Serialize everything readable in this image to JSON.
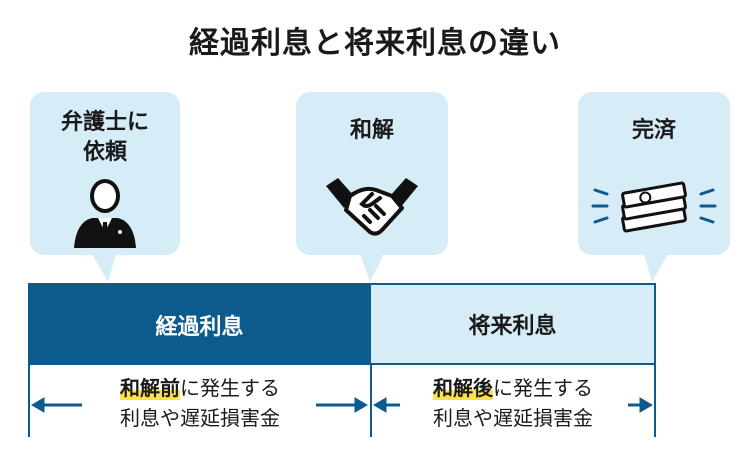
{
  "title": "経過利息と将来利息の違い",
  "stages": [
    {
      "label_line1": "弁護士に",
      "label_line2": "依頼",
      "icon": "lawyer-person-icon"
    },
    {
      "label": "和解",
      "icon": "handshake-icon"
    },
    {
      "label": "完済",
      "icon": "money-stack-icon"
    }
  ],
  "periods": {
    "past": {
      "label": "経過利息",
      "desc_highlight": "和解前",
      "desc_rest": "に発生する",
      "desc_line2": "利息や遅延損害金"
    },
    "future": {
      "label": "将来利息",
      "desc_highlight": "和解後",
      "desc_rest": "に発生する",
      "desc_line2": "利息や遅延損害金"
    }
  },
  "colors": {
    "primary": "#0d5a8c",
    "bubble": "#d6ecf7",
    "highlight": "#ffe24a"
  }
}
